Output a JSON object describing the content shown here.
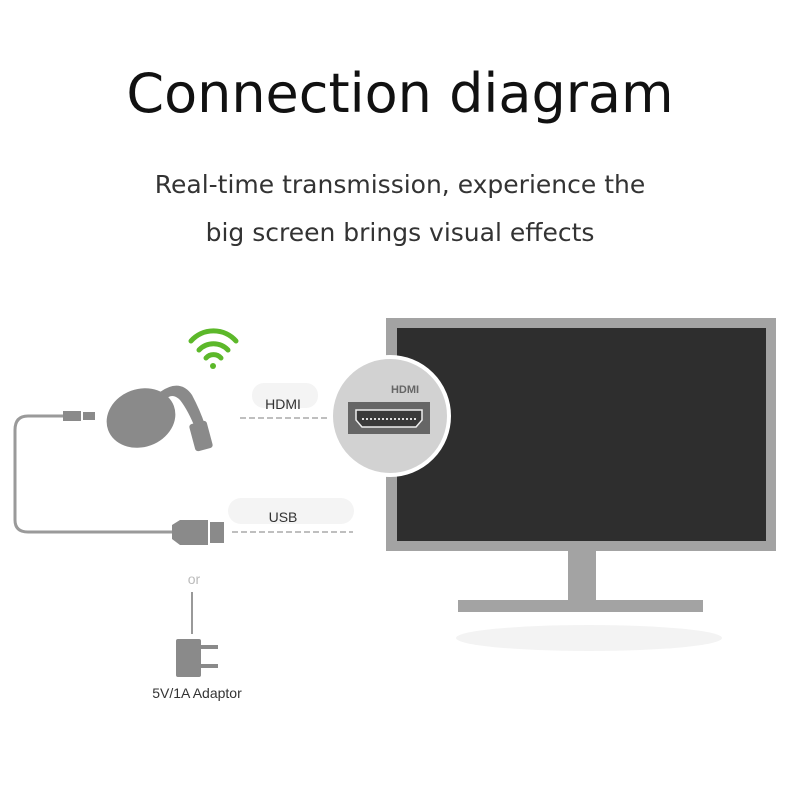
{
  "title": "Connection diagram",
  "subtitle": {
    "line1": "Real-time transmission, experience the",
    "line2": "big screen brings visual effects"
  },
  "diagram": {
    "hdmi_label": "HDMI",
    "usb_label": "USB",
    "or_label": "or",
    "adaptor_label": "5V/1A Adaptor",
    "port_logo": "HDMI",
    "icons": [
      "wifi-icon",
      "dongle-icon",
      "usb-plug-icon",
      "hdmi-port-icon",
      "power-adaptor-icon",
      "tv-monitor-icon"
    ],
    "colors": {
      "wifi": "#5cb82a",
      "device": "#8a8a8a",
      "screen": "#2e2e2e",
      "frame": "#a3a3a3"
    }
  }
}
